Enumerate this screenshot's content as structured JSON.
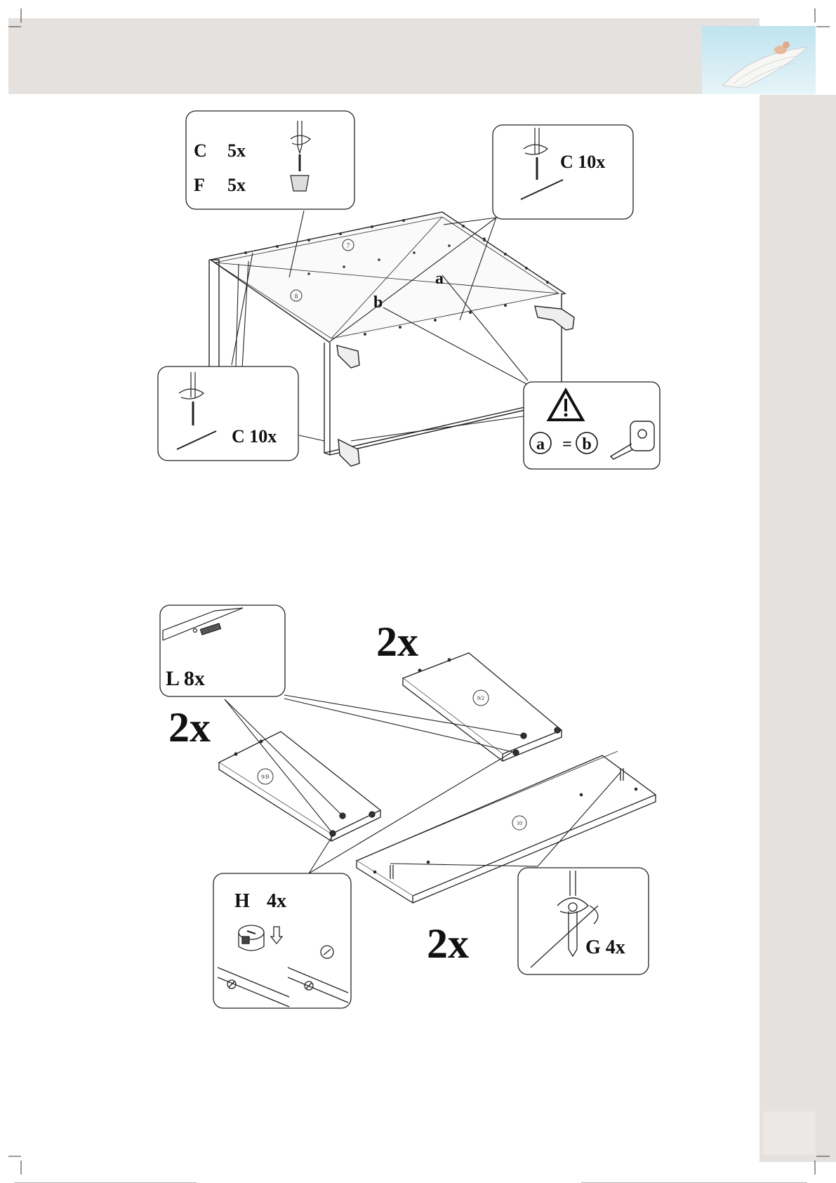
{
  "step_top": {
    "callout_cf": {
      "c_letter": "C",
      "c_qty": "5x",
      "f_letter": "F",
      "f_qty": "5x"
    },
    "callout_c_topright": {
      "text": "C 10x"
    },
    "callout_c_left": {
      "text": "C 10x"
    },
    "measure_note": {
      "a": "a",
      "eq": "=",
      "b": "b"
    },
    "diag_a": "a",
    "diag_b": "b",
    "panel_labels": {
      "top": "7",
      "side": "8"
    }
  },
  "step_bottom": {
    "callout_l": {
      "text": "L 8x"
    },
    "callout_h": {
      "letter": "H",
      "qty": "4x"
    },
    "callout_g": {
      "text": "G 4x"
    },
    "qty_shelf_right": "2x",
    "qty_shelf_left": "2x",
    "qty_plank": "2x",
    "panel_labels": {
      "shelf_right": "9/2",
      "shelf_left": "9/B",
      "plank": "10"
    }
  }
}
